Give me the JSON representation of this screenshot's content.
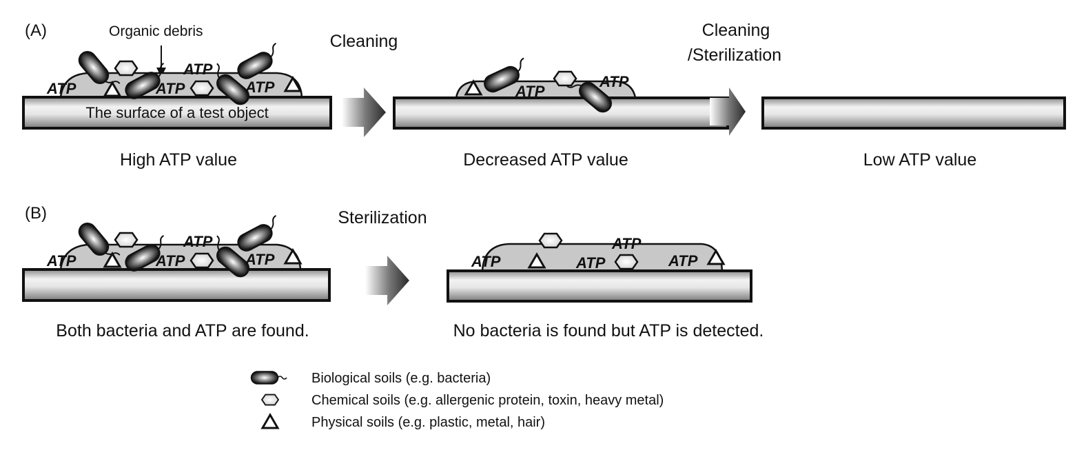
{
  "panels": {
    "A": {
      "label": "(A)",
      "annotation": "Organic debris",
      "surface_text": "The surface of a test object",
      "steps": [
        {
          "caption": "High ATP value"
        },
        {
          "process": "Cleaning",
          "caption": "Decreased ATP value"
        },
        {
          "process_line1": "Cleaning",
          "process_line2": "/Sterilization",
          "caption": "Low ATP value"
        }
      ]
    },
    "B": {
      "label": "(B)",
      "steps": [
        {
          "caption": "Both bacteria and ATP are found."
        },
        {
          "process": "Sterilization",
          "caption": "No bacteria is found but ATP is detected."
        }
      ]
    }
  },
  "atp_label": "ATP",
  "legend": [
    {
      "icon": "bacterium-icon",
      "text": "Biological soils (e.g. bacteria)"
    },
    {
      "icon": "hexagon-icon",
      "text": "Chemical soils (e.g. allergenic protein, toxin, heavy metal)"
    },
    {
      "icon": "triangle-icon",
      "text": "Physical soils (e.g. plastic, metal, hair)"
    }
  ],
  "colors": {
    "stroke": "#111111",
    "film": "#c8c8c8",
    "arrow_dark": "#333333"
  }
}
